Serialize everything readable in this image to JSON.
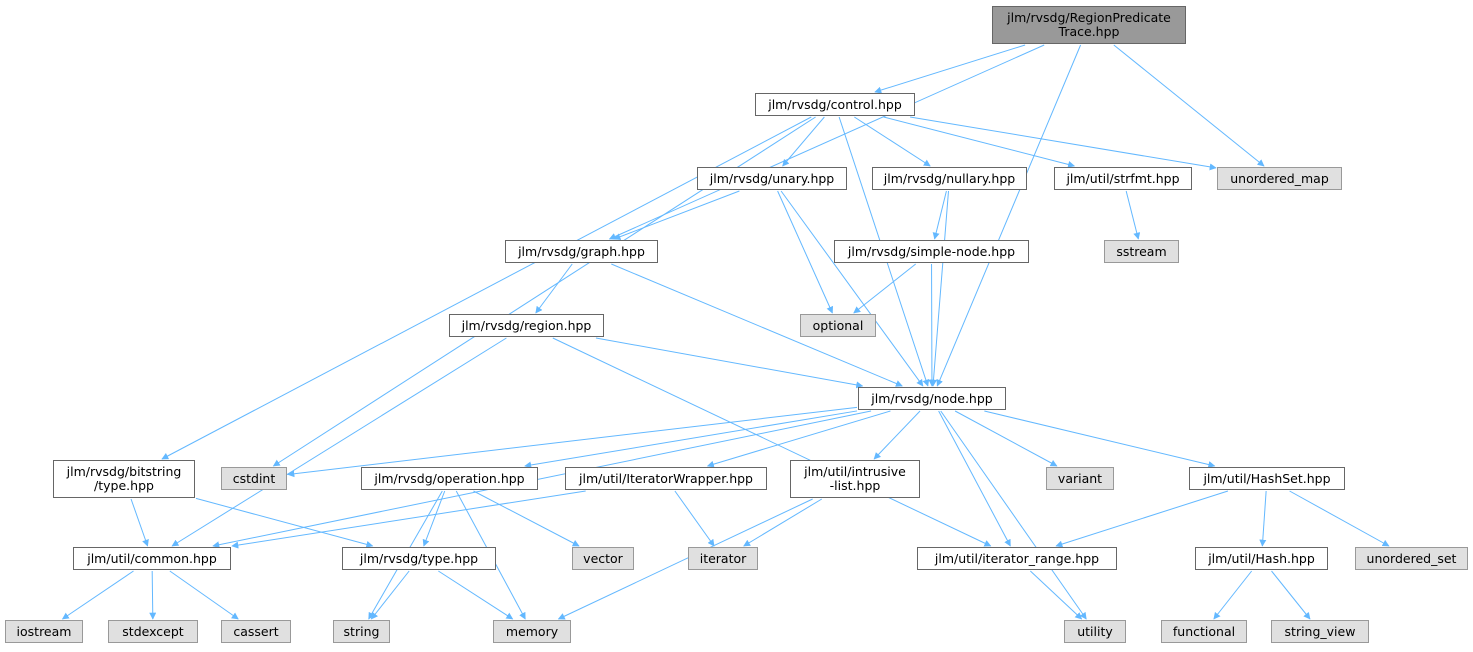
{
  "title": "jlm/rvsdg/RegionPredicateTrace.hpp",
  "colors": {
    "edge": "#63b8ff",
    "node_border": "#666666",
    "node_fill": "#ffffff",
    "external_fill": "#e0e0e0",
    "external_border": "#999999",
    "root_fill": "#999999"
  },
  "nodes": [
    {
      "id": "root",
      "lines": [
        "jlm/rvsdg/RegionPredicate",
        "Trace.hpp"
      ],
      "kind": "root"
    },
    {
      "id": "control",
      "lines": [
        "jlm/rvsdg/control.hpp"
      ],
      "kind": "file"
    },
    {
      "id": "unary",
      "lines": [
        "jlm/rvsdg/unary.hpp"
      ],
      "kind": "file"
    },
    {
      "id": "nullary",
      "lines": [
        "jlm/rvsdg/nullary.hpp"
      ],
      "kind": "file"
    },
    {
      "id": "strfmt",
      "lines": [
        "jlm/util/strfmt.hpp"
      ],
      "kind": "file"
    },
    {
      "id": "unordered_map",
      "lines": [
        "unordered_map"
      ],
      "kind": "external"
    },
    {
      "id": "graph",
      "lines": [
        "jlm/rvsdg/graph.hpp"
      ],
      "kind": "file"
    },
    {
      "id": "simple_node",
      "lines": [
        "jlm/rvsdg/simple-node.hpp"
      ],
      "kind": "file"
    },
    {
      "id": "sstream",
      "lines": [
        "sstream"
      ],
      "kind": "external"
    },
    {
      "id": "region",
      "lines": [
        "jlm/rvsdg/region.hpp"
      ],
      "kind": "file"
    },
    {
      "id": "optional",
      "lines": [
        "optional"
      ],
      "kind": "external"
    },
    {
      "id": "node",
      "lines": [
        "jlm/rvsdg/node.hpp"
      ],
      "kind": "file"
    },
    {
      "id": "bitstring_type",
      "lines": [
        "jlm/rvsdg/bitstring",
        "/type.hpp"
      ],
      "kind": "file"
    },
    {
      "id": "cstdint",
      "lines": [
        "cstdint"
      ],
      "kind": "external"
    },
    {
      "id": "operation",
      "lines": [
        "jlm/rvsdg/operation.hpp"
      ],
      "kind": "file"
    },
    {
      "id": "iterator_wrapper",
      "lines": [
        "jlm/util/IteratorWrapper.hpp"
      ],
      "kind": "file"
    },
    {
      "id": "intrusive_list",
      "lines": [
        "jlm/util/intrusive",
        "-list.hpp"
      ],
      "kind": "file"
    },
    {
      "id": "variant",
      "lines": [
        "variant"
      ],
      "kind": "external"
    },
    {
      "id": "hashset",
      "lines": [
        "jlm/util/HashSet.hpp"
      ],
      "kind": "file"
    },
    {
      "id": "common",
      "lines": [
        "jlm/util/common.hpp"
      ],
      "kind": "file"
    },
    {
      "id": "type",
      "lines": [
        "jlm/rvsdg/type.hpp"
      ],
      "kind": "file"
    },
    {
      "id": "vector",
      "lines": [
        "vector"
      ],
      "kind": "external"
    },
    {
      "id": "iterator",
      "lines": [
        "iterator"
      ],
      "kind": "external"
    },
    {
      "id": "iterator_range",
      "lines": [
        "jlm/util/iterator_range.hpp"
      ],
      "kind": "file"
    },
    {
      "id": "hash",
      "lines": [
        "jlm/util/Hash.hpp"
      ],
      "kind": "file"
    },
    {
      "id": "unordered_set",
      "lines": [
        "unordered_set"
      ],
      "kind": "external"
    },
    {
      "id": "iostream",
      "lines": [
        "iostream"
      ],
      "kind": "external"
    },
    {
      "id": "stdexcept",
      "lines": [
        "stdexcept"
      ],
      "kind": "external"
    },
    {
      "id": "cassert",
      "lines": [
        "cassert"
      ],
      "kind": "external"
    },
    {
      "id": "string",
      "lines": [
        "string"
      ],
      "kind": "external"
    },
    {
      "id": "memory",
      "lines": [
        "memory"
      ],
      "kind": "external"
    },
    {
      "id": "utility",
      "lines": [
        "utility"
      ],
      "kind": "external"
    },
    {
      "id": "functional",
      "lines": [
        "functional"
      ],
      "kind": "external"
    },
    {
      "id": "string_view",
      "lines": [
        "string_view"
      ],
      "kind": "external"
    }
  ],
  "edges": [
    [
      "root",
      "control"
    ],
    [
      "root",
      "graph"
    ],
    [
      "root",
      "unordered_map"
    ],
    [
      "root",
      "node"
    ],
    [
      "control",
      "unary"
    ],
    [
      "control",
      "nullary"
    ],
    [
      "control",
      "strfmt"
    ],
    [
      "control",
      "unordered_map"
    ],
    [
      "control",
      "node"
    ],
    [
      "control",
      "cstdint"
    ],
    [
      "control",
      "bitstring_type"
    ],
    [
      "unary",
      "graph"
    ],
    [
      "unary",
      "optional"
    ],
    [
      "unary",
      "node"
    ],
    [
      "nullary",
      "simple_node"
    ],
    [
      "nullary",
      "node"
    ],
    [
      "strfmt",
      "sstream"
    ],
    [
      "graph",
      "region"
    ],
    [
      "graph",
      "node"
    ],
    [
      "simple_node",
      "optional"
    ],
    [
      "simple_node",
      "node"
    ],
    [
      "region",
      "node"
    ],
    [
      "region",
      "common"
    ],
    [
      "region",
      "iterator_range"
    ],
    [
      "node",
      "cstdint"
    ],
    [
      "node",
      "common"
    ],
    [
      "node",
      "operation"
    ],
    [
      "node",
      "iterator_wrapper"
    ],
    [
      "node",
      "intrusive_list"
    ],
    [
      "node",
      "variant"
    ],
    [
      "node",
      "hashset"
    ],
    [
      "node",
      "iterator_range"
    ],
    [
      "node",
      "utility"
    ],
    [
      "bitstring_type",
      "common"
    ],
    [
      "bitstring_type",
      "type"
    ],
    [
      "operation",
      "type"
    ],
    [
      "operation",
      "vector"
    ],
    [
      "operation",
      "string"
    ],
    [
      "operation",
      "memory"
    ],
    [
      "iterator_wrapper",
      "common"
    ],
    [
      "iterator_wrapper",
      "iterator"
    ],
    [
      "intrusive_list",
      "iterator"
    ],
    [
      "intrusive_list",
      "memory"
    ],
    [
      "hashset",
      "iterator_range"
    ],
    [
      "hashset",
      "hash"
    ],
    [
      "hashset",
      "unordered_set"
    ],
    [
      "common",
      "iostream"
    ],
    [
      "common",
      "stdexcept"
    ],
    [
      "common",
      "cassert"
    ],
    [
      "type",
      "string"
    ],
    [
      "type",
      "memory"
    ],
    [
      "iterator_range",
      "utility"
    ],
    [
      "hash",
      "functional"
    ],
    [
      "hash",
      "string_view"
    ]
  ]
}
